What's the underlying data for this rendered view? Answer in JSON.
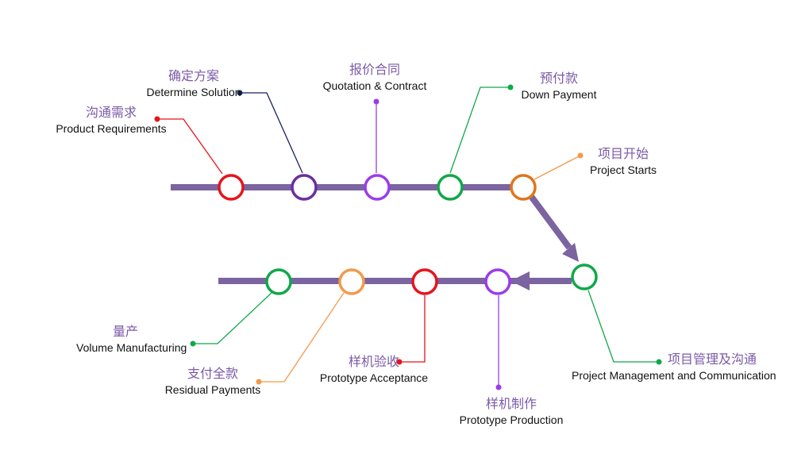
{
  "colors": {
    "track": "#7b64a0",
    "red": "#e5141c",
    "purple": "#6a2fa0",
    "violet": "#9c3ce8",
    "green": "#10a84a",
    "orange": "#e0761c",
    "light_orange": "#f39a4a",
    "navy": "#17205e",
    "label_zh": "#7b5aa6",
    "label_en": "#111111"
  },
  "steps": [
    {
      "zh": "沟通需求",
      "en": "Product Requirements",
      "color": "red"
    },
    {
      "zh": "确定方案",
      "en": "Determine Solution",
      "color": "navy",
      "ring": "purple"
    },
    {
      "zh": "报价合同",
      "en": "Quotation & Contract",
      "color": "violet"
    },
    {
      "zh": "预付款",
      "en": "Down Payment",
      "color": "green"
    },
    {
      "zh": "项目开始",
      "en": "Project Starts",
      "color": "light_orange",
      "ring": "orange"
    },
    {
      "zh": "项目管理及沟通",
      "en": "Project Management and Communication",
      "color": "green"
    },
    {
      "zh": "样机制作",
      "en": "Prototype Production",
      "color": "violet"
    },
    {
      "zh": "样机验收",
      "en": "Prototype Acceptance",
      "color": "red"
    },
    {
      "zh": "支付全款",
      "en": "Residual Payments",
      "color": "light_orange"
    },
    {
      "zh": "量产",
      "en": "Volume Manufacturing",
      "color": "green"
    }
  ]
}
